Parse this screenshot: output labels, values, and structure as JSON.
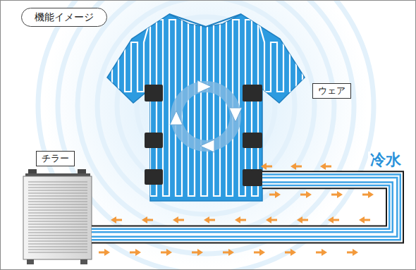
{
  "diagram": {
    "title": "機能イメージ",
    "nodes": [
      {
        "text": [
          "ウェア"
        ]
      },
      {
        "text": [
          "チラー"
        ]
      }
    ],
    "edges": [
      {
        "from": 1,
        "to": 0,
        "label": "冷水",
        "arrow": "none"
      }
    ]
  }
}
